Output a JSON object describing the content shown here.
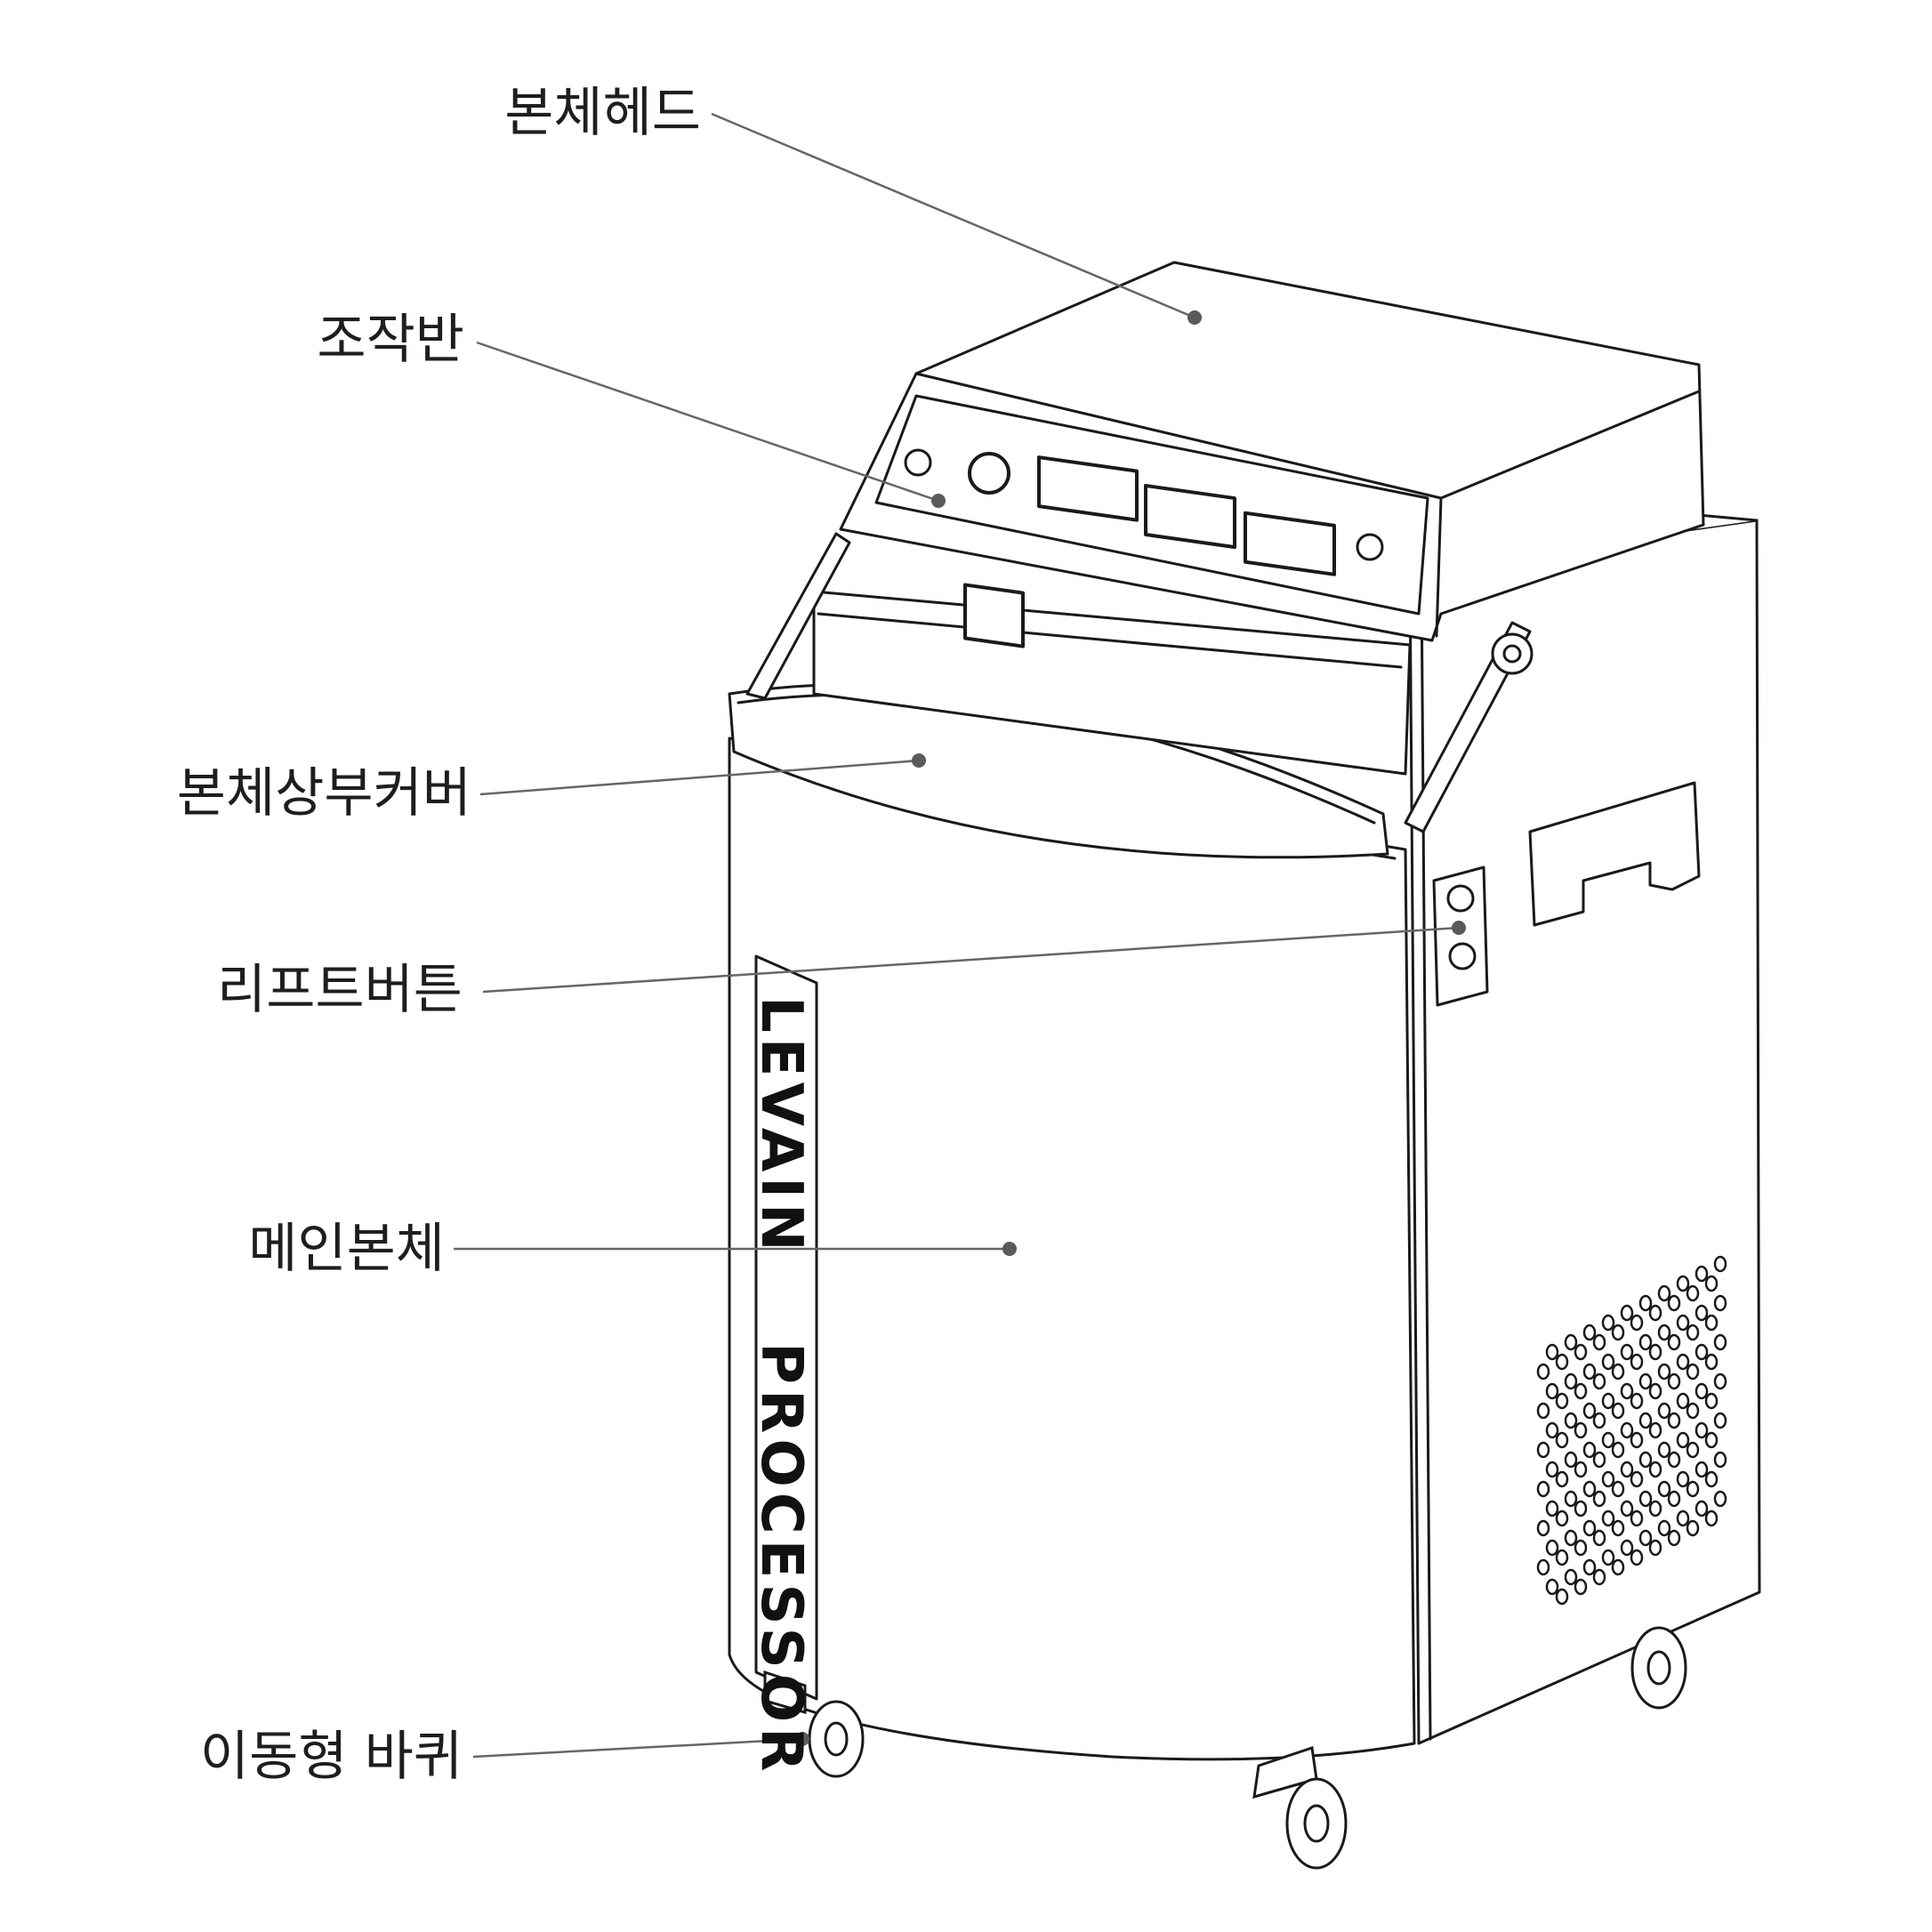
{
  "labels": {
    "head": "본체헤드",
    "control_panel": "조작반",
    "upper_cover": "본체상부커버",
    "lift_button": "리프트버튼",
    "main_body": "메인본체",
    "casters": "이동형 바퀴"
  },
  "brand": {
    "word1": "LEVAIN",
    "word2": "PROCESSOR"
  },
  "colors": {
    "line": "#1a1a1a",
    "leader": "#666666",
    "dot": "#5a5a5a",
    "text": "#1e1e1e",
    "fill": "#ffffff"
  }
}
